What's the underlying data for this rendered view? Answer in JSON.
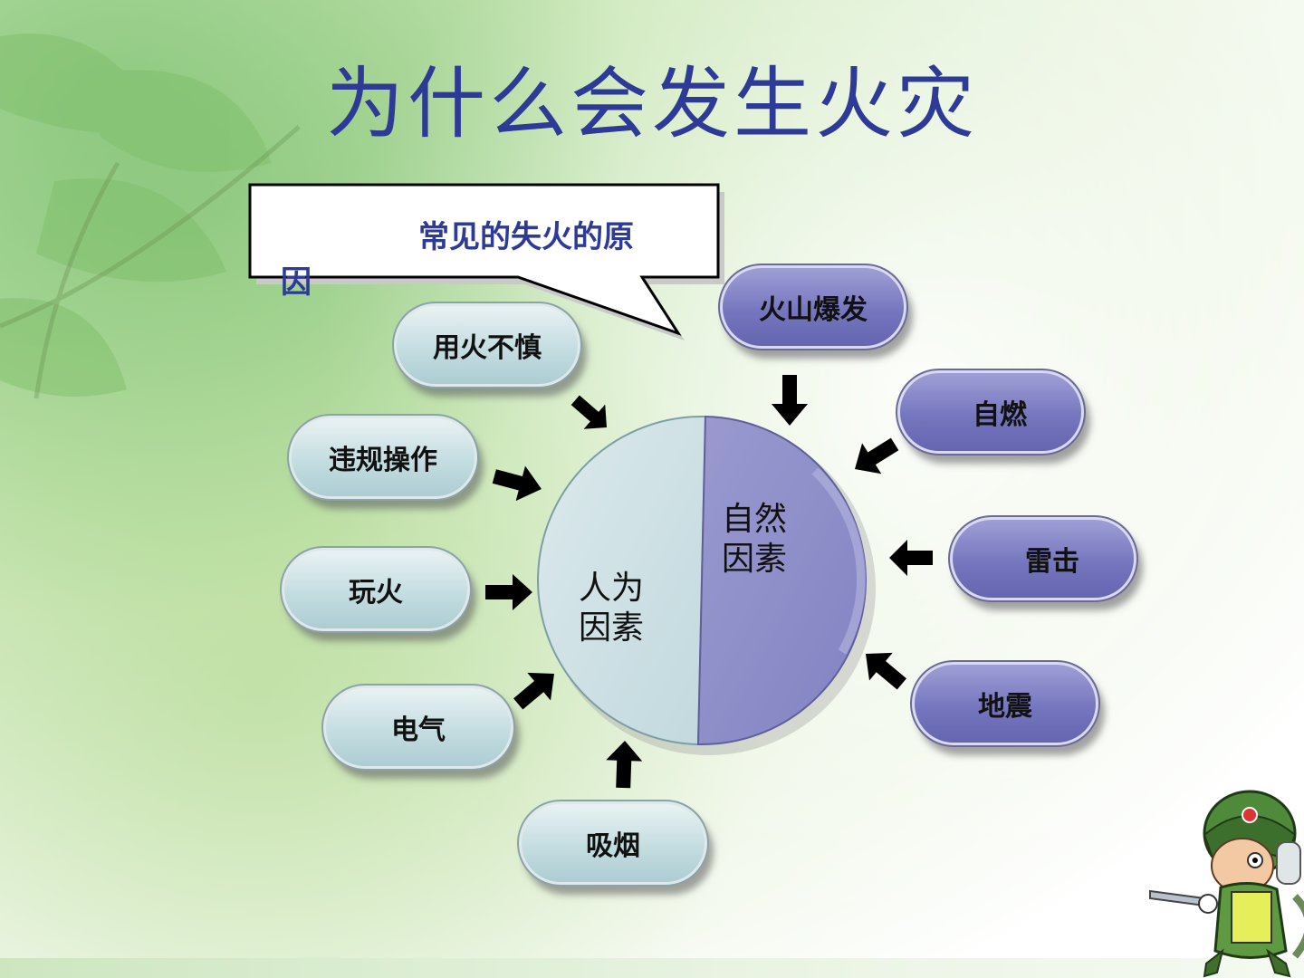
{
  "title": "为什么会发生火灾",
  "callout": {
    "text_line1": "常见的失火的原",
    "text_line2": "因"
  },
  "center": {
    "human_label": "人为\n因素",
    "nature_label": "自然\n因素"
  },
  "human_causes": [
    "用火不慎",
    "违规操作",
    "玩火",
    "电气",
    "吸烟"
  ],
  "nature_causes": [
    "火山爆发",
    "自燃",
    "雷击",
    "地震"
  ],
  "colors": {
    "title": "#2d3a96",
    "human": "#c4dde1",
    "nature": "#7676bf"
  },
  "icons": {
    "mascot": "firefighter-mascot-icon"
  }
}
